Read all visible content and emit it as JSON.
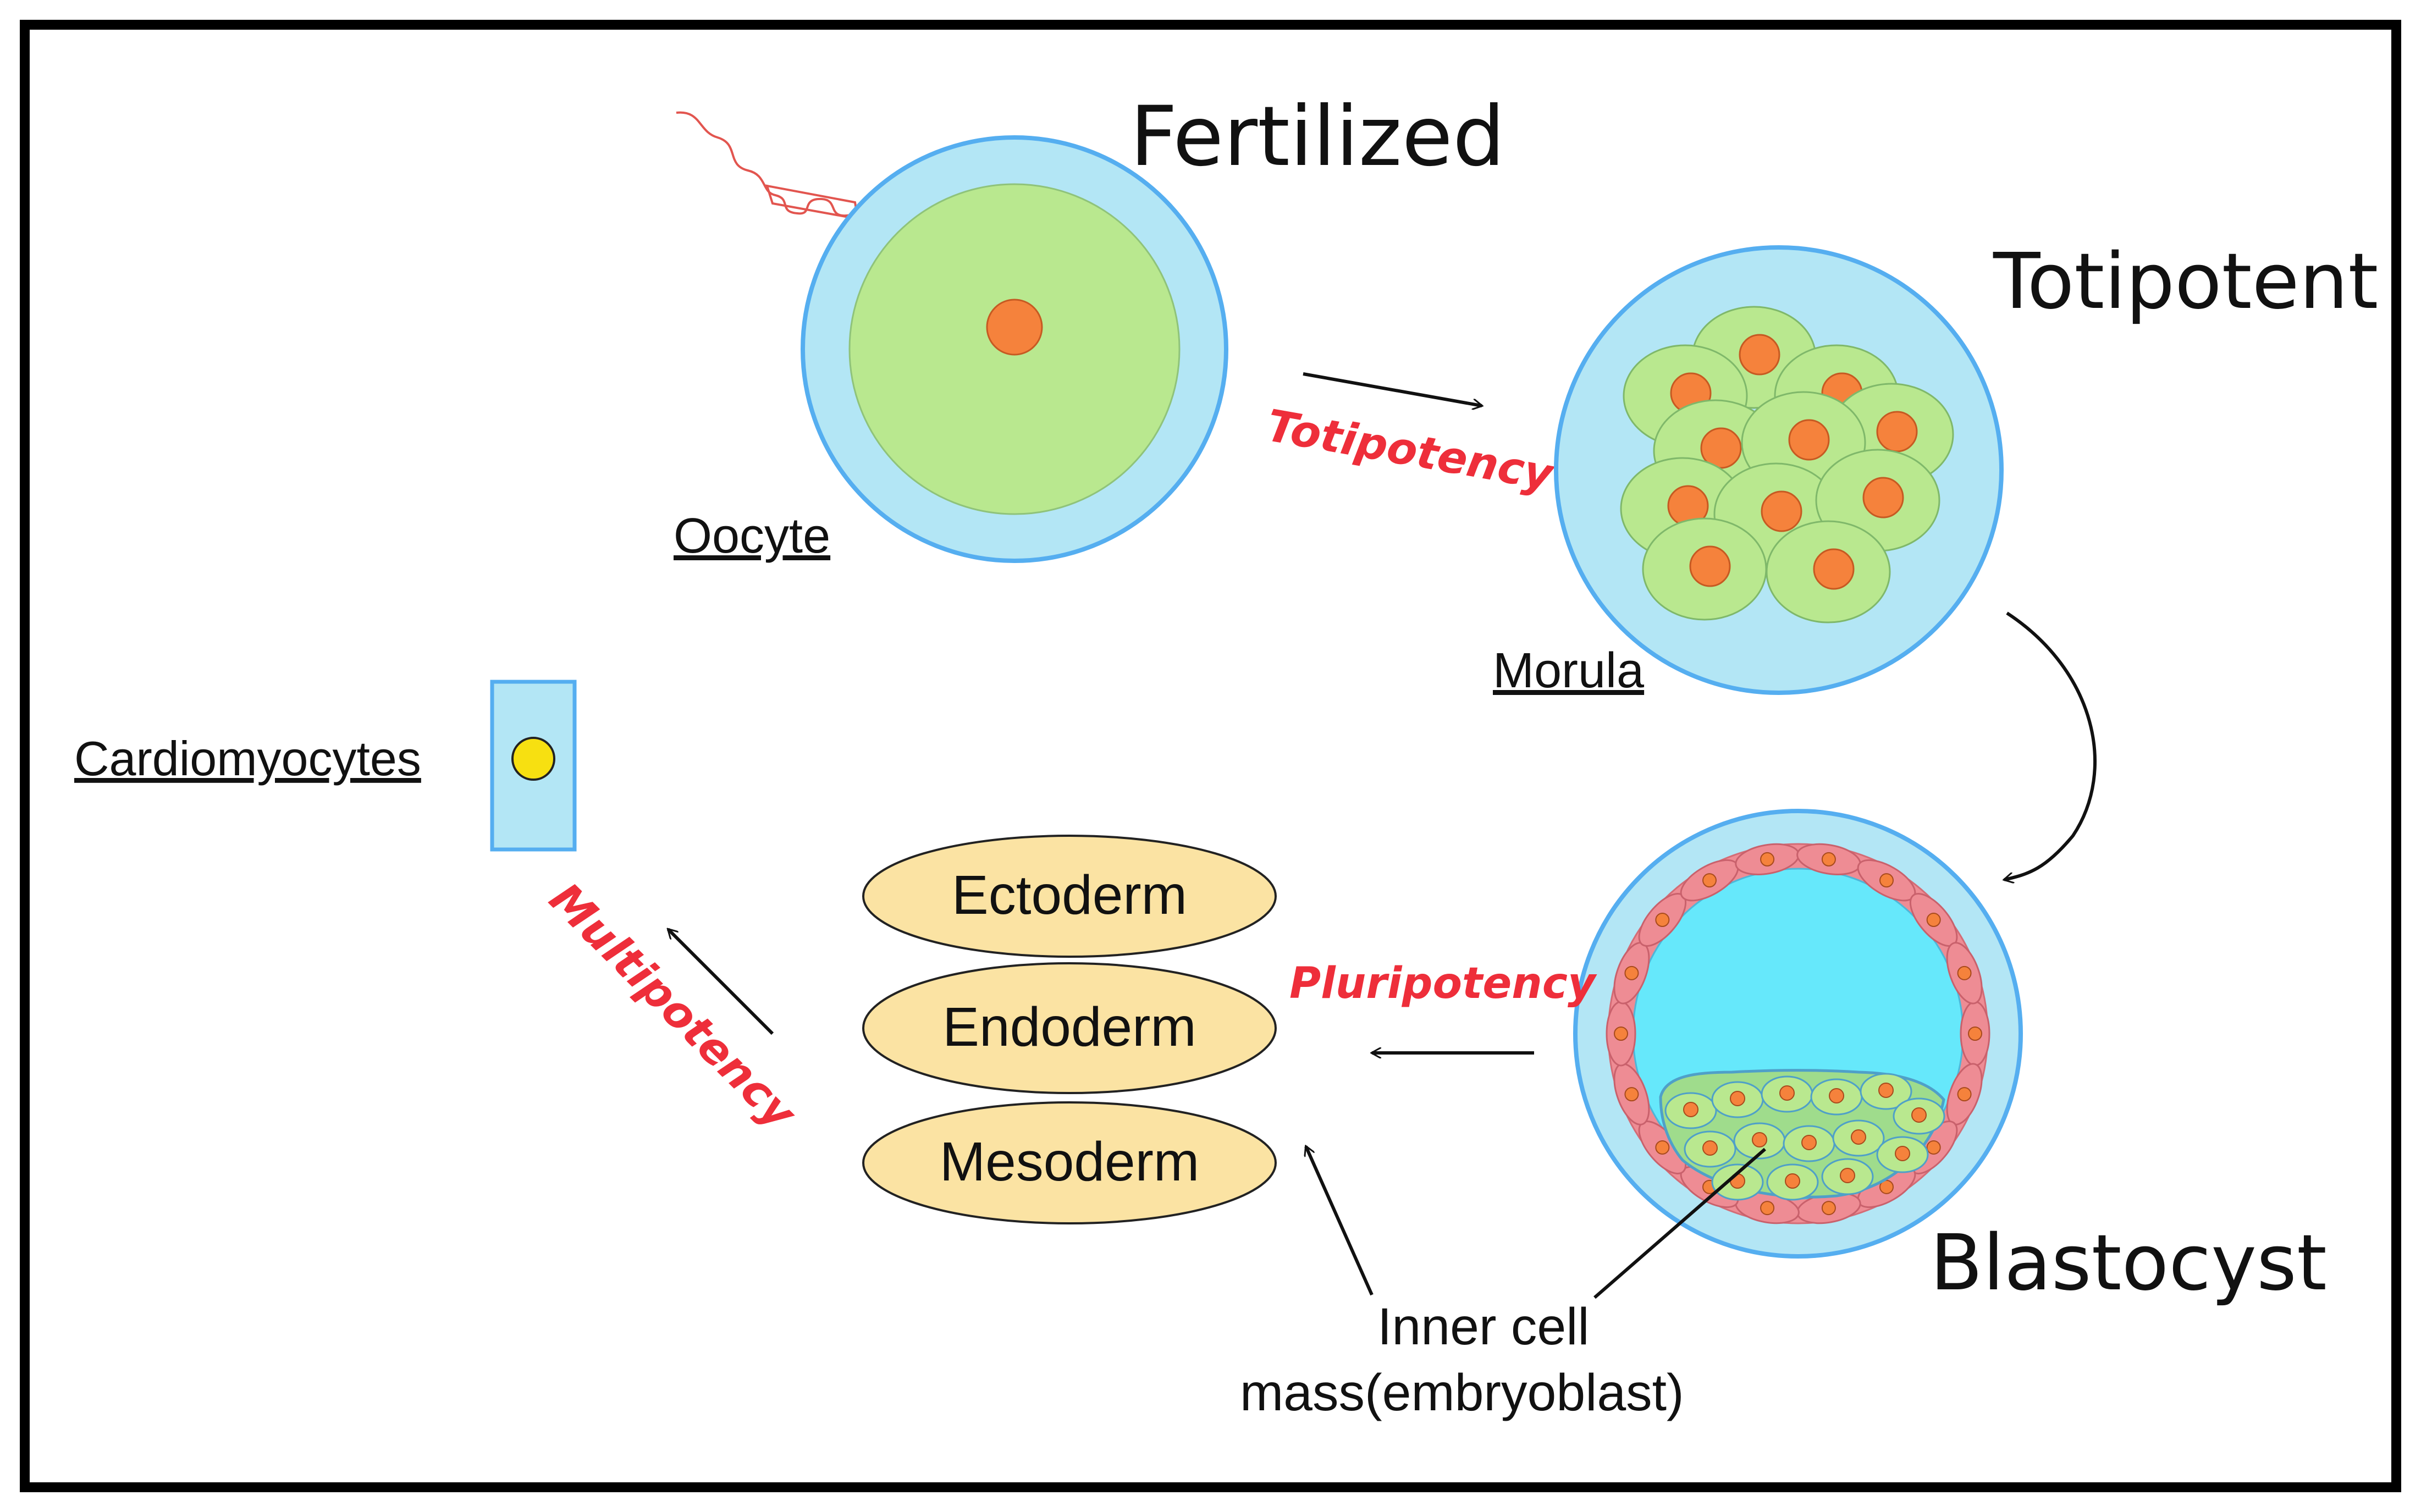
{
  "stages": {
    "fertilized": "Fertilized",
    "totipotent": "Totipotent",
    "blastocyst": "Blastocyst"
  },
  "cells": {
    "oocyte": "Oocyte",
    "morula": "Morula",
    "cardiomyocytes": "Cardiomyocytes",
    "inner_cell_line1": "Inner cell",
    "inner_cell_line2": "mass(embryoblast)"
  },
  "potency": {
    "totipotency": "Totipotency",
    "pluripotency": "Pluripotency",
    "multipotency": "Multipotency"
  },
  "germ_layers": [
    "Ectoderm",
    "Endoderm",
    "Mesoderm"
  ],
  "colors": {
    "zona": "#b3e6f5",
    "zona_stroke": "#55aef0",
    "cytoplasm": "#b9e88f",
    "nucleus": "#f5823c",
    "blastocoel": "#66e8fb",
    "trophoblast": "#ee8c94",
    "layer_fill": "#fbe3a3",
    "potency_text": "#ee2e3a",
    "cardio_nucleus": "#f7e011"
  }
}
